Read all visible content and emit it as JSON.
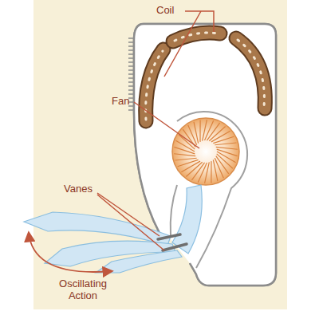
{
  "diagram": {
    "labels": [
      "Coil",
      "Fan",
      "Vanes",
      "Oscillating Action"
    ]
  }
}
